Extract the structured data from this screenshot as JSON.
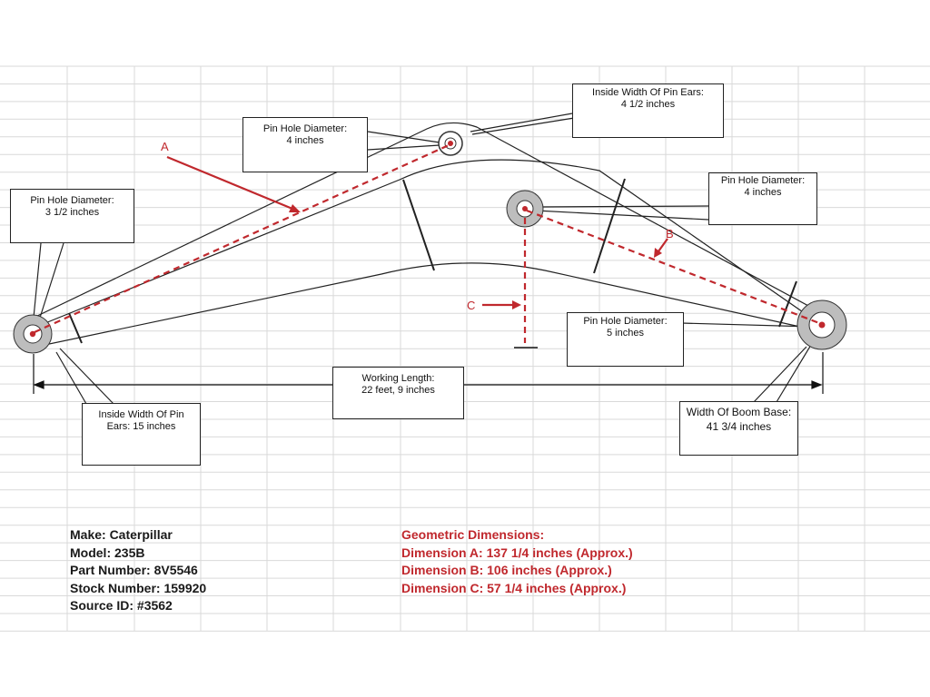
{
  "callouts": {
    "pin_left": {
      "line1": "Pin Hole Diameter:",
      "line2": "3 1/2 inches"
    },
    "pin_top": {
      "line1": "Pin Hole Diameter:",
      "line2": "4 inches"
    },
    "ears_top": {
      "line1": "Inside Width Of Pin Ears:",
      "line2": "4 1/2 inches"
    },
    "pin_mid": {
      "line1": "Pin Hole Diameter:",
      "line2": "4 inches"
    },
    "pin_right": {
      "line1": "Pin Hole Diameter:",
      "line2": "5 inches"
    },
    "working_length": {
      "line1": "Working Length:",
      "line2": "22 feet, 9 inches"
    },
    "ears_left": {
      "line1": "Inside Width Of Pin",
      "line2": "Ears: 15 inches"
    },
    "boom_base": {
      "line1": "Width Of Boom Base:",
      "line2": "41 3/4 inches"
    }
  },
  "dimension_labels": {
    "a": "A",
    "b": "B",
    "c": "C"
  },
  "specs": {
    "make": "Make: Caterpillar",
    "model": "Model: 235B",
    "part_number": "Part Number: 8V5546",
    "stock_number": "Stock Number: 159920",
    "source_id": "Source ID: #3562"
  },
  "dimensions": {
    "title": "Geometric Dimensions:",
    "a": "Dimension A: 137 1/4 inches (Approx.)",
    "b": "Dimension B: 106 inches (Approx.)",
    "c": "Dimension C: 57 1/4 inches (Approx.)"
  },
  "colors": {
    "accent": "#c0282d",
    "grid": "#d9d9d9",
    "outline": "#222222"
  }
}
